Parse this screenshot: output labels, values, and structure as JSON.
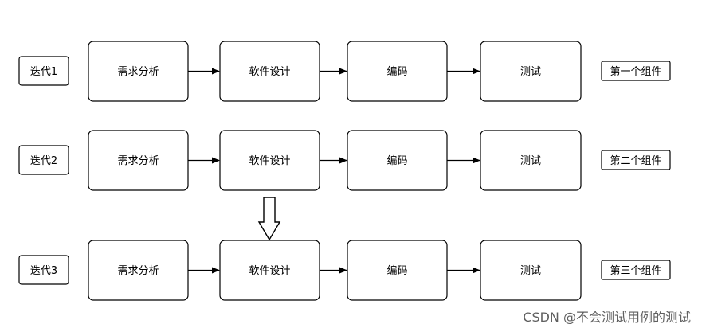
{
  "iterations": [
    {
      "label": "迭代1",
      "steps": [
        "需求分析",
        "软件设计",
        "编码",
        "测试"
      ],
      "component": "第一个组件"
    },
    {
      "label": "迭代2",
      "steps": [
        "需求分析",
        "软件设计",
        "编码",
        "测试"
      ],
      "component": "第二个组件"
    },
    {
      "label": "迭代3",
      "steps": [
        "需求分析",
        "软件设计",
        "编码",
        "测试"
      ],
      "component": "第三个组件"
    }
  ],
  "watermark": "CSDN @不会测试用例的测试"
}
